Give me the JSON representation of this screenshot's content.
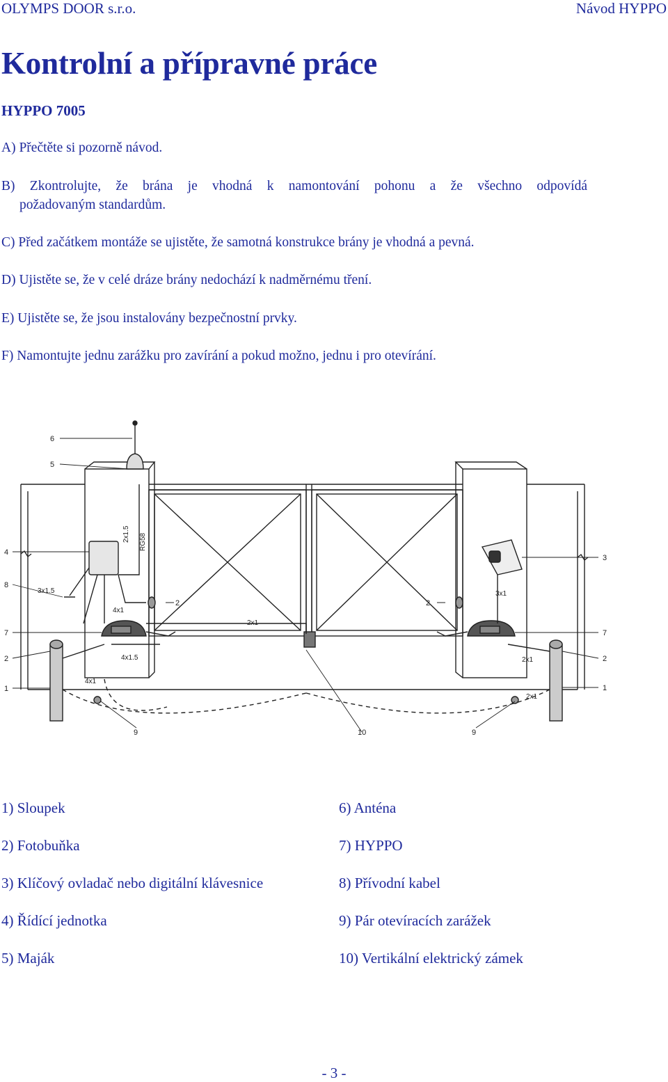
{
  "header": {
    "company": "OLYMPS DOOR s.r.o.",
    "doc": "Návod HYPPO"
  },
  "title": "Kontrolní a přípravné práce",
  "model": "HYPPO 7005",
  "steps": [
    "A) Přečtěte si pozorně návod.",
    "B) Zkontrolujte, že brána je vhodná k namontování pohonu a že všechno odpovídá",
    "požadovaným standardům.",
    "C) Před začátkem montáže se ujistěte, že samotná konstrukce brány je vhodná a pevná.",
    "D) Ujistěte se, že v celé dráze brány nedochází k nadměrnému tření.",
    "E) Ujistěte se, že jsou instalovány bezpečnostní prvky.",
    "F) Namontujte jednu zarážku pro zavírání a pokud možno, jednu i pro otevírání."
  ],
  "diagram": {
    "callouts": [
      "6",
      "5",
      "4",
      "8",
      "7",
      "2",
      "1",
      "3",
      "7",
      "2",
      "1",
      "9",
      "10",
      "9",
      "2",
      "2"
    ],
    "cables": [
      "2x1.5",
      "RG58",
      "3x1.5",
      "4x1",
      "2x1",
      "4x1.5",
      "4x1",
      "3x1",
      "2x1",
      "2x1"
    ]
  },
  "legend": {
    "left": [
      "1) Sloupek",
      "2) Fotobuňka",
      "3) Klíčový ovladač nebo digitální klávesnice",
      "4) Řídící jednotka",
      "5) Maják"
    ],
    "right": [
      "6) Anténa",
      "7) HYPPO",
      "8) Přívodní kabel",
      "9) Pár otevíracích zarážek",
      "10) Vertikální elektrický zámek"
    ]
  },
  "page_number": "- 3 -"
}
